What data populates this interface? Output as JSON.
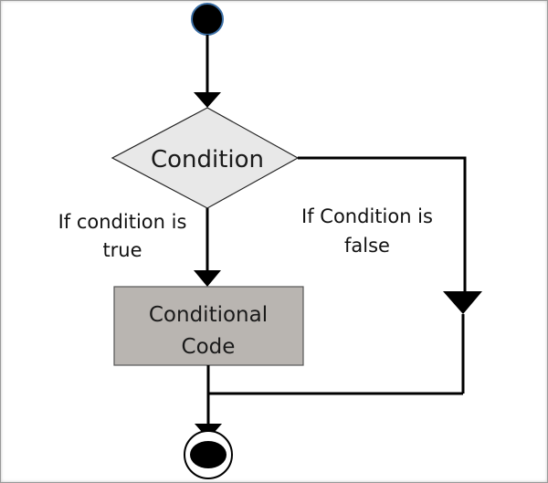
{
  "nodes": {
    "decision": {
      "label": "Condition",
      "fill": "#e8e8e8"
    },
    "process": {
      "line1": "Conditional",
      "line2": "Code",
      "fill": "#b9b5b1"
    }
  },
  "edges": {
    "true_branch": {
      "line1": "If condition is",
      "line2": "true"
    },
    "false_branch": {
      "line1": "If Condition is",
      "line2": "false"
    }
  },
  "colors": {
    "stroke": "#000000",
    "start_fill": "#000000",
    "start_outline": "#3a6ea5"
  },
  "icons": {
    "start": "filled-circle-icon",
    "end": "bullseye-icon"
  }
}
